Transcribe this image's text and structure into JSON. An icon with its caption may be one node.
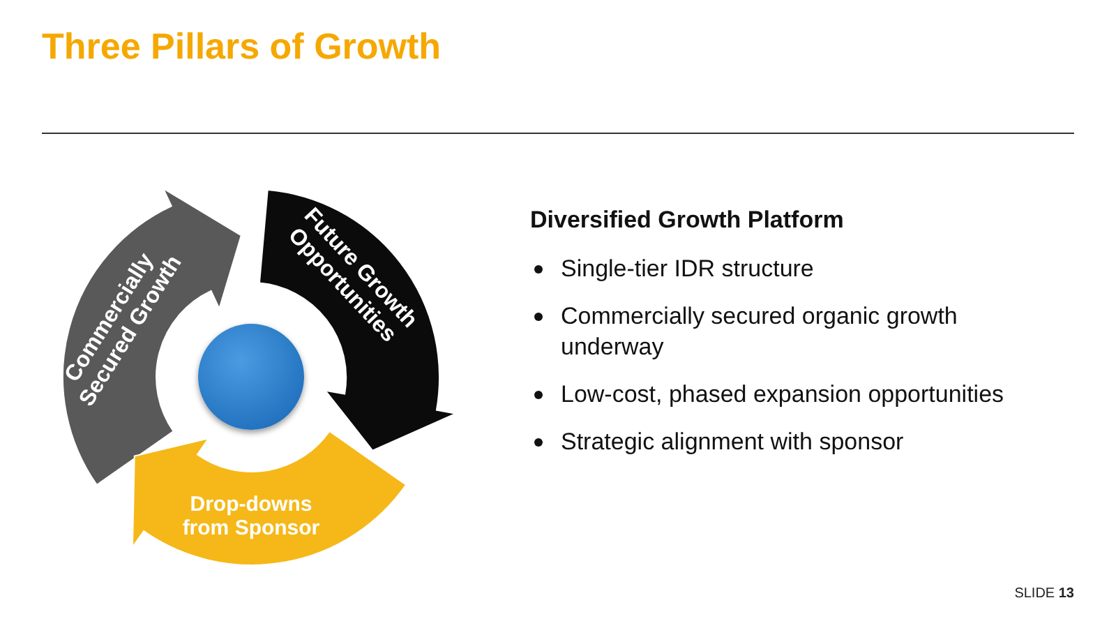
{
  "diagram": {
    "title": "Three Pillars of Growth",
    "nodes": [
      {
        "text": [
          "Commercially Secured Growth"
        ]
      },
      {
        "text": [
          "Future Growth Opportunities"
        ]
      },
      {
        "text": [],
        "shape": "circle"
      },
      {
        "text": [
          "Drop-downs from Sponsor"
        ]
      }
    ],
    "labels": [
      "Diversified Growth Platform",
      "Single-tier IDR structure",
      "Commercially secured organic growth underway",
      "Low-cost, phased expansion opportunities",
      "Strategic alignment with sponsor",
      "SLIDE **13**"
    ]
  }
}
